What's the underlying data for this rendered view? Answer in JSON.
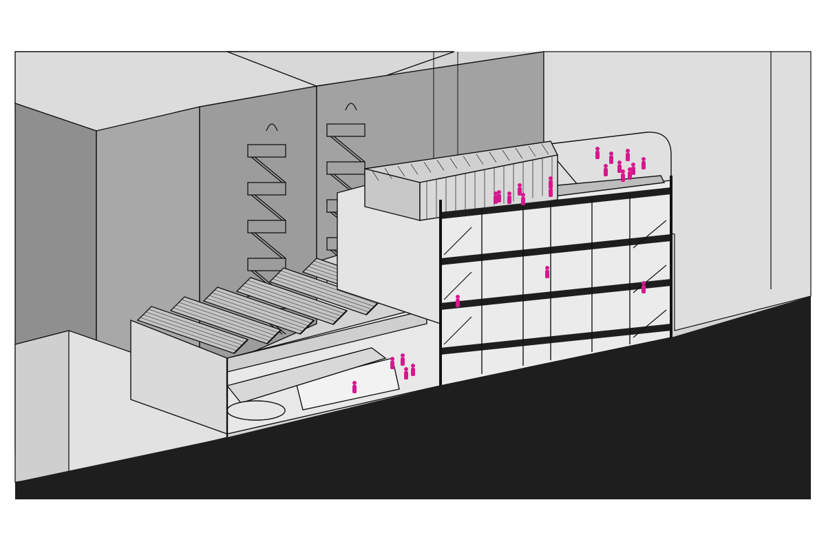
{
  "diagram": {
    "kind": "axonometric building section",
    "colors": {
      "background": "#ffffff",
      "sky": "#d4d4d4",
      "neighbor_dark": "#9a9a9a",
      "neighbor_mid": "#b5b5b5",
      "ground": "#dadada",
      "section_cut": "#1e1e1e",
      "interior": "#ececec",
      "glass": "#cfcfcf",
      "line": "#111111",
      "people": "#d6188f"
    },
    "people_count": 24,
    "floors": 4
  }
}
